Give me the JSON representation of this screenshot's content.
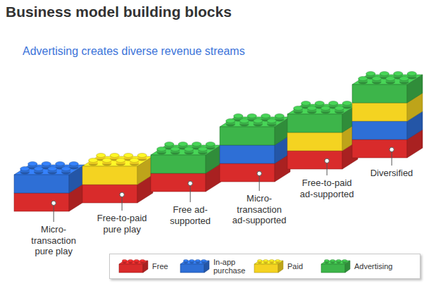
{
  "diagram": {
    "title": "Business model building blocks",
    "labels": [
      "Advertising creates diverse revenue streams",
      "Micro-transaction pure play",
      "Free-to-paid pure play",
      "Free ad-supported",
      "Micro-transaction ad-supported",
      "Free-to-paid ad-supported",
      "Diversified"
    ],
    "legend": [
      {
        "text": "Free",
        "color": "#d92b2b"
      },
      {
        "text": "In-app purchase",
        "color": "#2e6fd6"
      },
      {
        "text": "Paid",
        "color": "#f4d321"
      },
      {
        "text": "Advertising",
        "color": "#3db54a"
      }
    ]
  }
}
